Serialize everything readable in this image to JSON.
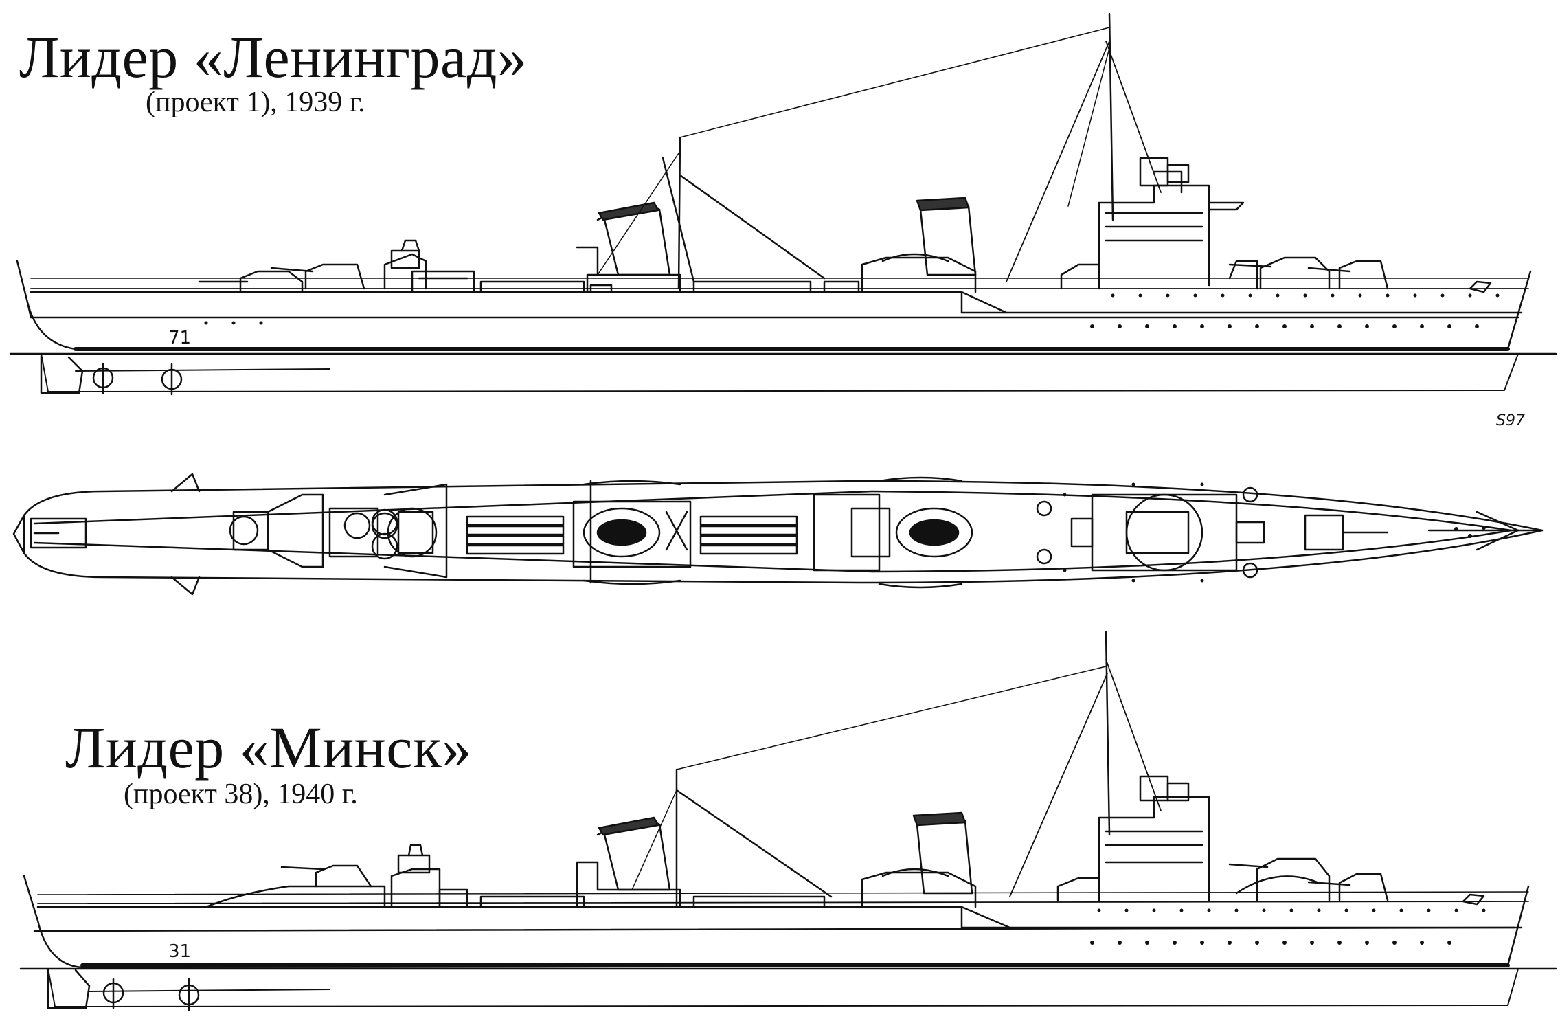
{
  "ships": [
    {
      "title": "Лидер «Ленинград»",
      "subtitle": "(проект 1), 1939 г.",
      "hull_number": "71"
    },
    {
      "title": "Лидер «Минск»",
      "subtitle": "(проект 38), 1940 г.",
      "hull_number": "31"
    }
  ],
  "artist_signature": "S97",
  "colors": {
    "ink": "#111111",
    "paper": "#ffffff",
    "funnel_cap": "#333333"
  }
}
